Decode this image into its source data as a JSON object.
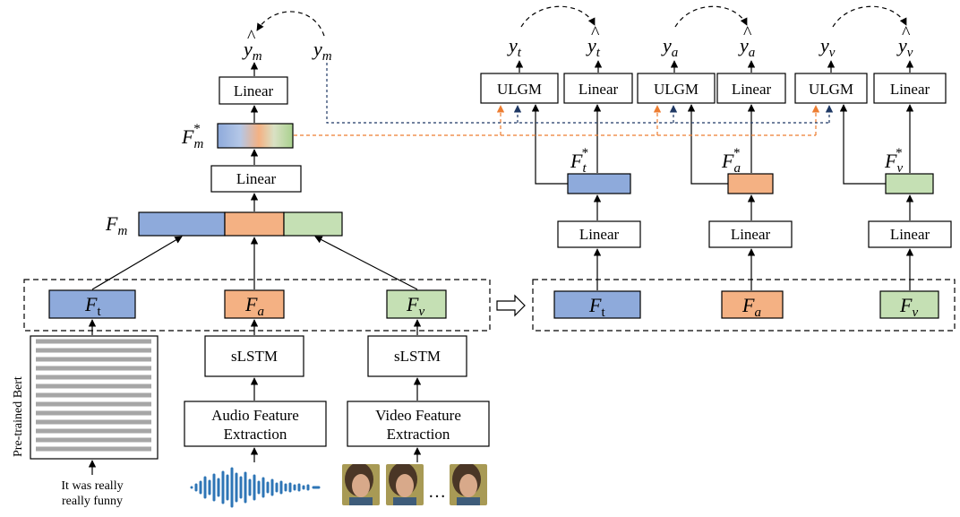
{
  "labels": {
    "linear": "Linear",
    "ulgm": "ULGM",
    "slstm": "sLSTM",
    "audio_extraction": [
      "Audio Feature",
      "Extraction"
    ],
    "video_extraction": [
      "Video Feature",
      "Extraction"
    ],
    "pretrained_bert": "Pre-trained Bert",
    "text_input": [
      "It was really",
      "really  funny"
    ],
    "video_ellipsis": "…"
  },
  "math": {
    "F_m_star": "F*m",
    "F_m": "Fm",
    "F_t": "Ft",
    "F_a": "Fa",
    "F_v": "Fv",
    "F_t_star": "F*t",
    "F_a_star": "F*a",
    "F_v_star": "F*v",
    "y_hat_m": "ŷm",
    "y_m": "ym",
    "y_t": "yt",
    "y_hat_t": "ŷt",
    "y_a": "ya",
    "y_hat_a": "ŷa",
    "y_v": "yv",
    "y_hat_v": "ŷv"
  },
  "colors": {
    "text_feature": "#8eaadb",
    "audio_feature": "#f4b183",
    "video_feature": "#c5e0b4",
    "orange_dashed": "#ed7d31",
    "blue_dashed": "#1f3864",
    "bert_line": "#a6a6a6",
    "waveform": "#2e75b6"
  }
}
